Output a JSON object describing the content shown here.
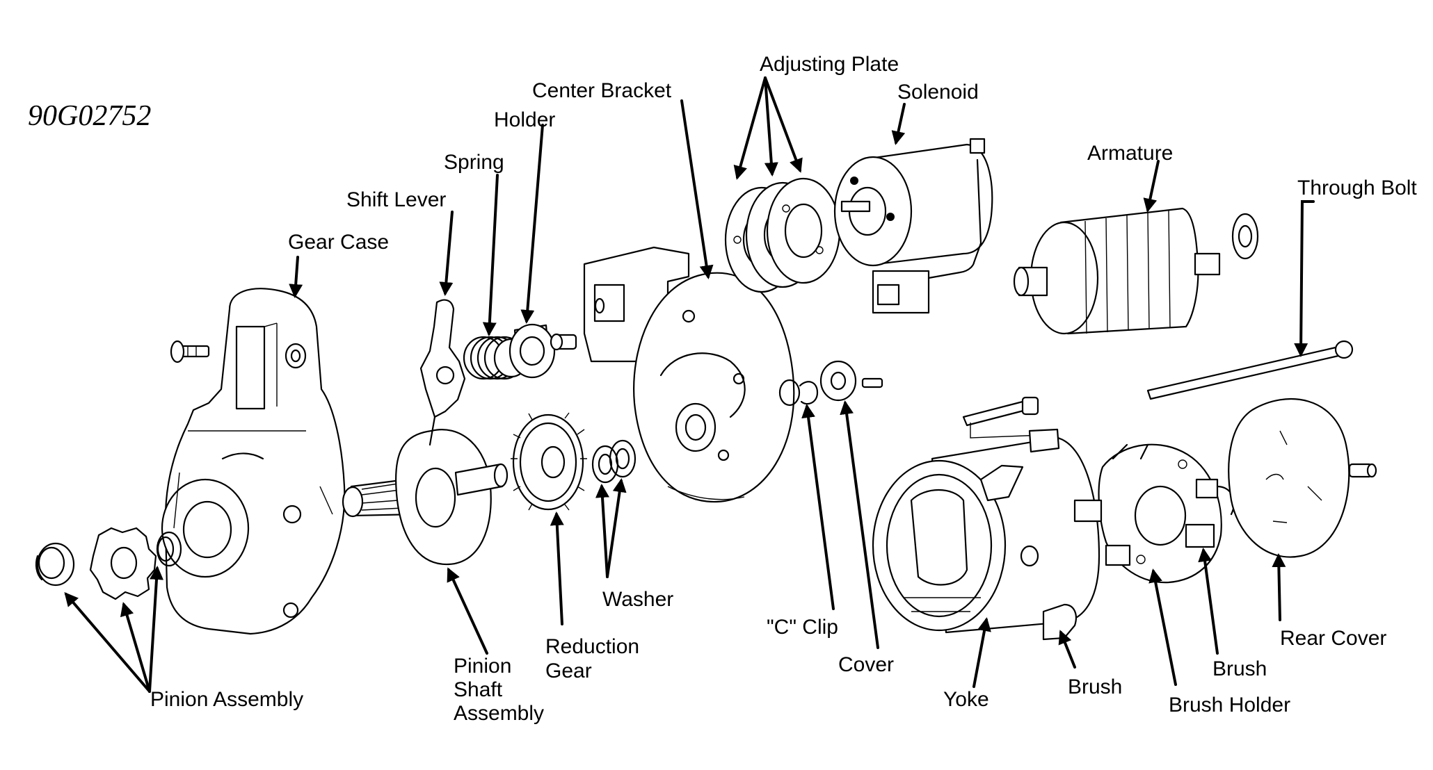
{
  "figure_id": "90G02752",
  "labels": {
    "adjusting_plate": "Adjusting Plate",
    "solenoid": "Solenoid",
    "center_bracket": "Center Bracket",
    "holder": "Holder",
    "spring": "Spring",
    "shift_lever": "Shift Lever",
    "gear_case": "Gear Case",
    "armature": "Armature",
    "through_bolt": "Through Bolt",
    "washer": "Washer",
    "reduction_gear_1": "Reduction",
    "reduction_gear_2": "Gear",
    "pinion_shaft_1": "Pinion",
    "pinion_shaft_2": "Shaft",
    "pinion_shaft_3": "Assembly",
    "pinion_assembly": "Pinion Assembly",
    "c_clip": "\"C\" Clip",
    "cover": "Cover",
    "yoke": "Yoke",
    "brush_left": "Brush",
    "brush_holder": "Brush Holder",
    "brush_right": "Brush",
    "rear_cover": "Rear Cover"
  }
}
